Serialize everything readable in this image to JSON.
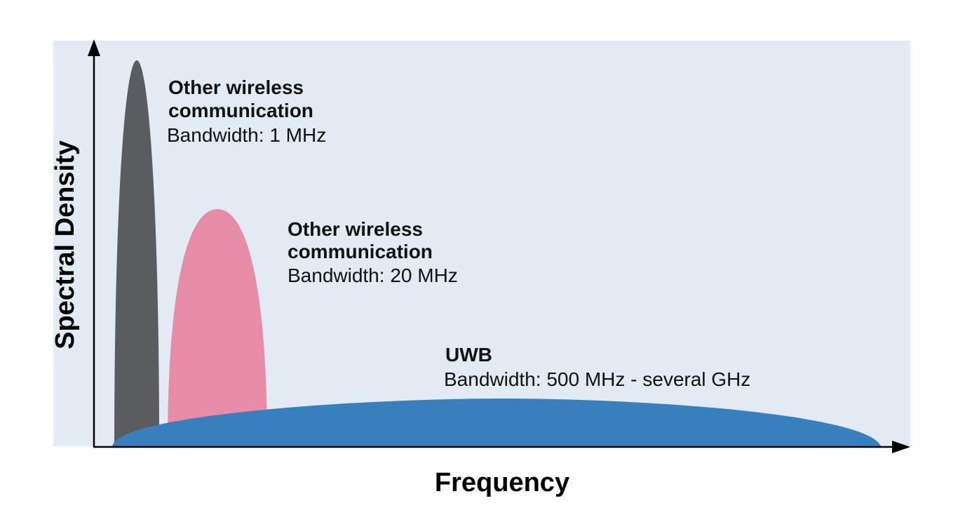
{
  "axes": {
    "x_title": "Frequency",
    "y_title": "Spectral Density"
  },
  "colors": {
    "background": "#e2ebf4",
    "narrow_band": "#5a5c60",
    "mid_band": "#e68ca6",
    "uwb": "#3880bd",
    "axis": "#000000"
  },
  "bands": {
    "narrow": {
      "title_line1": "Other wireless",
      "title_line2": "communication",
      "bandwidth": "Bandwidth: 1 MHz"
    },
    "mid": {
      "title_line1": "Other wireless",
      "title_line2": "communication",
      "bandwidth": "Bandwidth: 20 MHz"
    },
    "uwb": {
      "title": "UWB",
      "bandwidth": "Bandwidth: 500 MHz - several GHz"
    }
  }
}
